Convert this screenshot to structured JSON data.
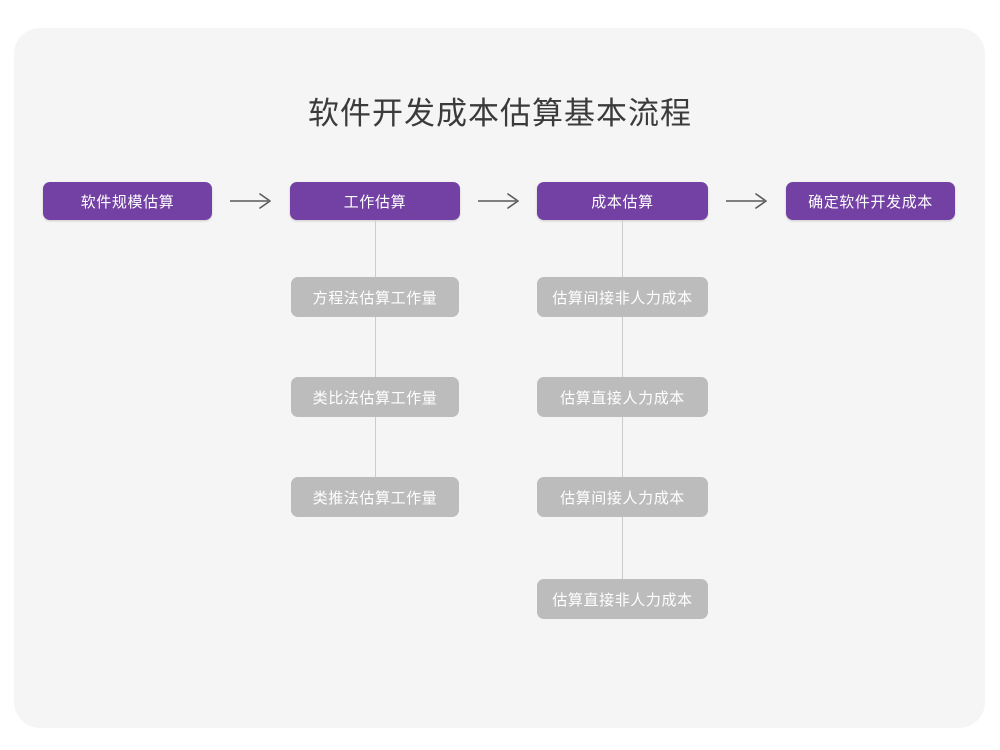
{
  "page": {
    "background_color": "#ffffff",
    "card_color": "#f5f5f6",
    "primary_color": "#7341a3",
    "secondary_color": "#bcbcbc",
    "connector_color": "#cccccc",
    "title_color": "#3b3b3b"
  },
  "diagram": {
    "title": "软件开发成本估算基本流程",
    "type": "flowchart",
    "main_flow": [
      {
        "label": "软件规模估算"
      },
      {
        "label": "工作估算"
      },
      {
        "label": "成本估算"
      },
      {
        "label": "确定软件开发成本"
      }
    ],
    "arrows": [
      {
        "name": "arrow-1",
        "glyph": "→"
      },
      {
        "name": "arrow-2",
        "glyph": "→"
      },
      {
        "name": "arrow-3",
        "glyph": "→"
      }
    ],
    "branches": [
      {
        "parent": "工作估算",
        "children": [
          {
            "label": "方程法估算工作量"
          },
          {
            "label": "类比法估算工作量"
          },
          {
            "label": "类推法估算工作量"
          }
        ]
      },
      {
        "parent": "成本估算",
        "children": [
          {
            "label": "估算间接非人力成本"
          },
          {
            "label": "估算直接人力成本"
          },
          {
            "label": "估算间接人力成本"
          },
          {
            "label": "估算直接非人力成本"
          }
        ]
      }
    ]
  }
}
